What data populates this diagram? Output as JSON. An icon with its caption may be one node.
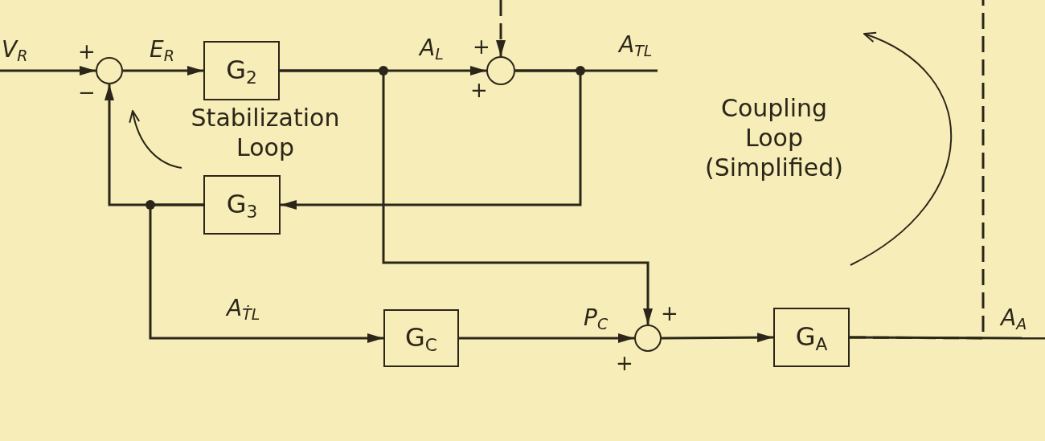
{
  "diagram": {
    "nodes": [
      {
        "text": [],
        "shape": "circle",
        "beside": [
          "+",
          "−"
        ]
      },
      {
        "text": [
          "G$_{2}$"
        ]
      },
      {
        "text": [],
        "shape": "circle",
        "beside": [
          "+",
          "+"
        ]
      },
      {
        "text": [
          "G$_{3}$"
        ]
      },
      {
        "text": [
          "G$_{C}$"
        ]
      },
      {
        "text": [],
        "shape": "circle",
        "beside": [
          "+",
          "+"
        ]
      },
      {
        "text": [
          "G$_{A}$"
        ]
      }
    ],
    "edges": [
      {
        "from": null,
        "to": 0,
        "arrow": "to",
        "label": "V$_{R}$"
      },
      {
        "from": 0,
        "to": 1,
        "arrow": "to",
        "label": "E$_{R}$"
      },
      {
        "from": 1,
        "to": 2,
        "arrow": "to",
        "label": "A$_{L}$"
      },
      {
        "from": 1,
        "to": 5,
        "arrow": "to"
      },
      {
        "from": null,
        "to": 2,
        "arrow": "to",
        "style": "dashed"
      },
      {
        "from": 2,
        "to": null,
        "arrow": "none",
        "label": "A$_{TL}$"
      },
      {
        "from": 2,
        "to": 3,
        "arrow": "to"
      },
      {
        "from": 3,
        "to": 0,
        "arrow": "to"
      },
      {
        "from": 3,
        "to": 4,
        "arrow": "to",
        "label": "A$_{ṪL}$"
      },
      {
        "from": 4,
        "to": 5,
        "arrow": "to",
        "label": "P$_{C}$"
      },
      {
        "from": 5,
        "to": 6,
        "arrow": "to"
      },
      {
        "from": 6,
        "to": null,
        "arrow": "none",
        "label": "A$_{A}$"
      },
      {
        "from": 6,
        "to": null,
        "arrow": "none",
        "style": "dashed"
      }
    ],
    "labels": [
      "Stabilization Loop",
      "Coupling Loop (Simplified)"
    ]
  }
}
